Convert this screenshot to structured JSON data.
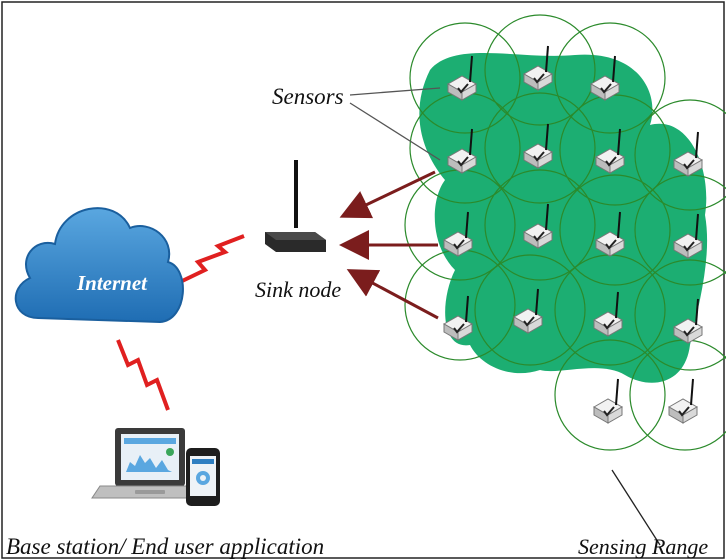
{
  "labels": {
    "internet": "Internet",
    "sensors": "Sensors",
    "sink_node": "Sink node",
    "base_station": "Base station/ End user application",
    "sensing_range": "Sensing Range"
  },
  "colors": {
    "cloud": "#2f7fc1",
    "sensing_area": "#1cae72",
    "range_circle": "#2b8a2b",
    "arrow": "#7b1d1d",
    "wireless_link": "#e02020",
    "frame": "#222222"
  },
  "icons": {
    "cloud": "cloud-icon",
    "router": "router-icon",
    "sensor": "sensor-node-icon",
    "laptop": "laptop-icon",
    "phone": "smartphone-icon",
    "wireless": "lightning-link-icon"
  }
}
